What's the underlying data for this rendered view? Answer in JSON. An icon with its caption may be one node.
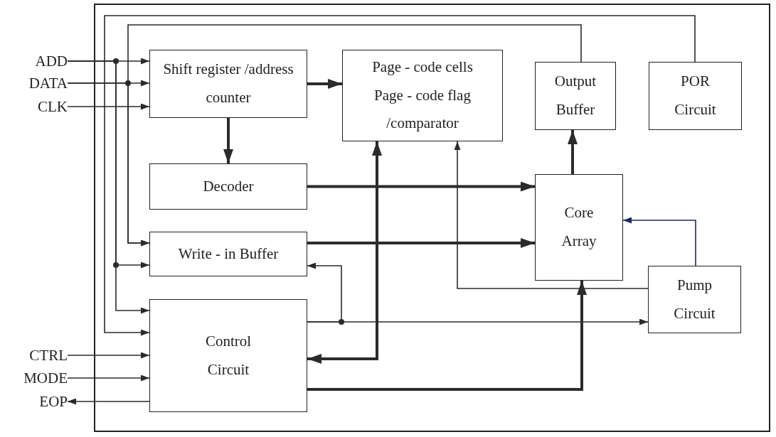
{
  "diagram": {
    "nodes": [
      {
        "text": [
          "ADD"
        ]
      },
      {
        "text": [
          "DATA"
        ]
      },
      {
        "text": [
          "CLK"
        ]
      },
      {
        "text": [
          "CTRL"
        ]
      },
      {
        "text": [
          "MODE"
        ]
      },
      {
        "text": [
          "EOP"
        ]
      },
      {
        "text": [
          "Shift register /address counter"
        ]
      },
      {
        "text": [
          "Page - code cells",
          "Page - code flag /comparator"
        ]
      },
      {
        "text": [
          "Output Buffer"
        ]
      },
      {
        "text": [
          "POR Circuit"
        ]
      },
      {
        "text": [
          "Decoder"
        ]
      },
      {
        "text": [
          "Core Array"
        ]
      },
      {
        "text": [
          "Write - in Buffer"
        ]
      },
      {
        "text": [
          "Pump Circuit"
        ]
      },
      {
        "text": [
          "Control Circuit"
        ]
      }
    ],
    "edges": [
      {
        "from": 0,
        "to": 6,
        "arrow": "to"
      },
      {
        "from": 0,
        "to": 12,
        "arrow": "to"
      },
      {
        "from": 0,
        "to": 14,
        "arrow": "to"
      },
      {
        "from": 1,
        "to": 6,
        "arrow": "to"
      },
      {
        "from": 1,
        "to": 12,
        "arrow": "to"
      },
      {
        "from": 2,
        "to": 6,
        "arrow": "to"
      },
      {
        "from": 9,
        "to": 14,
        "arrow": "to"
      },
      {
        "from": 8,
        "to": 12,
        "arrow": "to"
      },
      {
        "from": 3,
        "to": 14,
        "arrow": "to"
      },
      {
        "from": 4,
        "to": 14,
        "arrow": "to"
      },
      {
        "from": 14,
        "to": 5,
        "arrow": "to"
      },
      {
        "from": 6,
        "to": 7,
        "arrow": "to",
        "style": "thick"
      },
      {
        "from": 6,
        "to": 10,
        "arrow": "to",
        "style": "thick"
      },
      {
        "from": 10,
        "to": 11,
        "arrow": "to",
        "style": "thick"
      },
      {
        "from": 12,
        "to": 11,
        "arrow": "to",
        "style": "thick"
      },
      {
        "from": 14,
        "to": 7,
        "arrow": "both",
        "style": "thick"
      },
      {
        "from": 13,
        "to": 7,
        "arrow": "to"
      },
      {
        "from": 14,
        "to": 13,
        "arrow": "to"
      },
      {
        "from": 14,
        "to": 12,
        "arrow": "to"
      },
      {
        "from": 14,
        "to": 11,
        "arrow": "to",
        "style": "thick"
      },
      {
        "from": 11,
        "to": 8,
        "arrow": "to",
        "style": "thick"
      },
      {
        "from": 13,
        "to": 11,
        "arrow": "to",
        "color": "#1e2a66"
      }
    ]
  }
}
